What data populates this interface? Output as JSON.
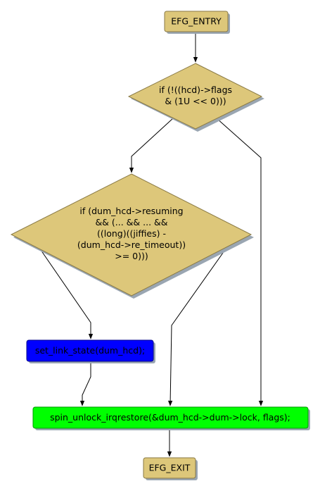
{
  "nodes": {
    "entry": {
      "label": "EFG_ENTRY"
    },
    "cond1": {
      "lines": [
        "if (!((hcd)->flags",
        "& (1U << 0)))"
      ]
    },
    "cond2": {
      "lines": [
        "if (dum_hcd->resuming",
        "&& (... && ... &&",
        "((long)((jiffies) -",
        "(dum_hcd->re_timeout))",
        ">= 0)))"
      ]
    },
    "set_link": {
      "label": "set_link_state(dum_hcd);"
    },
    "unlock": {
      "label": "spin_unlock_irqrestore(&dum_hcd->dum->lock, flags);"
    },
    "exit": {
      "label": "EFG_EXIT"
    }
  },
  "colors": {
    "decision_fill": "#DDC77A",
    "terminal_fill": "#DDC77A",
    "set_link_fill": "#0000FF",
    "unlock_fill": "#00FF00",
    "outline": "#8A7A45",
    "shadow": "#9AA6B2",
    "edge": "#000000"
  }
}
